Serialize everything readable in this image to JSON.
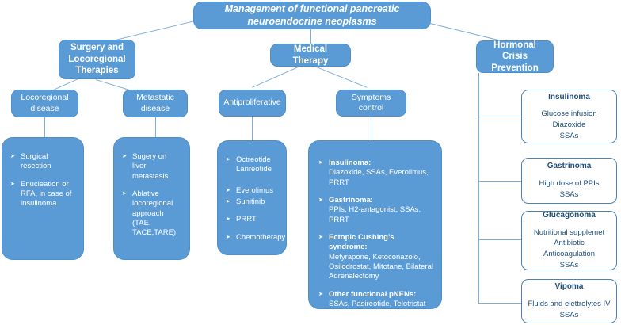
{
  "diagram": {
    "title": "Management of functional pancreatic neuroendocrine neoplasms",
    "branches": {
      "surgery": {
        "label": "Surgery and Locoregional Therapies",
        "children": {
          "locoregional": {
            "label": "Locoregional disease",
            "items": [
              {
                "text": "Surgical resection"
              },
              {
                "text": "Enucleation or RFA, in case of insulinoma"
              }
            ]
          },
          "metastatic": {
            "label": "Metastatic disease",
            "items": [
              {
                "text": "Sugery on liver metastasis"
              },
              {
                "text": "Ablative locoregional approach (TAE, TACE,TARE)"
              }
            ]
          }
        }
      },
      "medical": {
        "label": "Medical Therapy",
        "children": {
          "antiproliferative": {
            "label": "Antiproliferative",
            "items": [
              {
                "text": "Octreotide Lanreotide"
              },
              {
                "text": "Everolimus"
              },
              {
                "text": "Sunitinib"
              },
              {
                "text": "PRRT"
              },
              {
                "text": "Chemotherapy"
              }
            ]
          },
          "symptoms": {
            "label": "Symptoms control",
            "items": [
              {
                "heading": "Insulinoma:",
                "detail": "Diazoxide, SSAs, Everolimus, PRRT"
              },
              {
                "heading": "Gastrinoma:",
                "detail": "PPIs, H2-antagonist, SSAs, PRRT"
              },
              {
                "heading": "Ectopic Cushing’s syndrome:",
                "detail": "Metyrapone, Ketoconazolo, Osilodrostat, Mitotane, Bilateral Adrenalectomy"
              },
              {
                "heading": "Other functional pNENs:",
                "detail": "SSAs, Pasireotide, Telotristat ethyl, IFN-a, Everolimus, Sunitinib, PRRT, Chemotherapy"
              }
            ]
          }
        }
      },
      "hormonal": {
        "label": "Hormonal Crisis Prevention",
        "cards": [
          {
            "title": "Insulinoma",
            "lines": [
              "Glucose infusion",
              "Diazoxide",
              "SSAs"
            ]
          },
          {
            "title": "Gastrinoma",
            "lines": [
              "High dose of PPIs",
              "SSAs"
            ]
          },
          {
            "title": "Glucagonoma",
            "lines": [
              "Nutritional supplemet",
              "Antibiotic",
              "Anticoagulation",
              "SSAs"
            ]
          },
          {
            "title": "Vipoma",
            "lines": [
              "Fluids and elettrolytes IV",
              "SSAs"
            ]
          }
        ]
      }
    }
  },
  "colors": {
    "node_fill": "#5b9bd5",
    "node_border": "#4e8fca",
    "connector": "#7dafdc",
    "outline_box_border": "#4e82b4",
    "outline_box_text": "#1f4e79",
    "node_text": "#ffffff",
    "background": "#ffffff"
  }
}
